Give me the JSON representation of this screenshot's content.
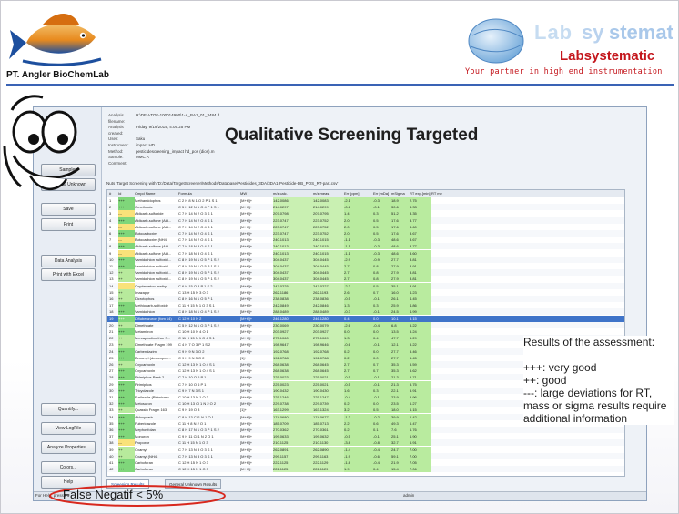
{
  "slide": {
    "company": "PT. Angler BioChemLab",
    "brand": "Labsystematic",
    "tagline": "Your partner in high end instrumentation",
    "title": "Qualitative Screening Targeted",
    "results_heading": "Results of the assessment:",
    "legend": [
      "+++: very good",
      "++: good",
      "---: large deviations for RT, mass or sigma results require additional information"
    ],
    "callout": "False Negatif < 5%",
    "colors": {
      "accent": "#3a63b5",
      "brand_red": "#c4161c",
      "callout_red": "#d8281e"
    }
  },
  "app": {
    "left_buttons": [
      "Samples",
      "General Unknown",
      "Save",
      "Print",
      "Data Analysis",
      "Print with Excel",
      "Quantify...",
      "View LogFile",
      "Analyze Properties...",
      "Colors...",
      "Help"
    ],
    "info": [
      {
        "k": "Analysis filename:",
        "v": "H:\\DEV-TOF-100014990\\1-A_BA1_01_3484.d"
      },
      {
        "k": "Analysis created:",
        "v": "Friday, 9/19/2014, 4:05:25 PM"
      },
      {
        "k": "User:",
        "v": "Saku"
      },
      {
        "k": "Instrument:",
        "v": "impact HD"
      },
      {
        "k": "Method:",
        "v": "pesticidescreening_impact hd_pos (dios).m"
      },
      {
        "k": "Sample:",
        "v": "MMC A"
      },
      {
        "k": "Comment:",
        "v": ""
      }
    ],
    "path": "Nuts 'Target Screening with 'D:/Data/TargetScreener/Methods/Database/Pesticides_3DA/3DA1-Pesticide-DB_POS_RT-part.csv'",
    "columns": [
      "#",
      "Id",
      "Cmpd Name",
      "Formula",
      "MW",
      "m/z calc.",
      "m/z meas.",
      "Err [ppm]",
      "Err [mDa]",
      "mSigma",
      "RT exp.[min]",
      "RT me"
    ],
    "rows": [
      [
        "1",
        "+++",
        "Methamidophos",
        "C 2 H 8 N 1 O 2 P 1 S 1",
        "[M+H]+",
        "142.0086",
        "142.0083",
        "-2.1",
        "-0.3",
        "18.9",
        "2.75"
      ],
      [
        "2",
        "+++",
        "Omethoate",
        "C 5 H 12 N 1 O 4 P 1 S 1",
        "[M+H]+",
        "214.0297",
        "214.0299",
        "-0.6",
        "-0.1",
        "30.6",
        "3.33"
      ],
      [
        "3",
        "---",
        "Aldicarb-sulfoxide",
        "C 7 H 14 N 2 O 3 S 1",
        "[M+H]+",
        "207.0798",
        "207.0795",
        "1.4",
        "0.3",
        "51.2",
        "3.35"
      ],
      [
        "4",
        "+++",
        "Aldicarb-sulfone (Ald...",
        "C 7 H 14 N 2 O 4 S 1",
        "[M+H]+",
        "223.0747",
        "223.0752",
        "2.0",
        "0.5",
        "17.6",
        "3.77"
      ],
      [
        "5",
        "---",
        "Aldicarb-sulfone (Ald...",
        "C 7 H 14 N 2 O 4 S 1",
        "[M+H]+",
        "223.0747",
        "223.0752",
        "2.0",
        "0.5",
        "17.6",
        "3.60"
      ],
      [
        "6",
        "+++",
        "Butocarboxim",
        "C 7 H 14 N 2 O 4 S 1",
        "[M+H]+",
        "223.0747",
        "223.0752",
        "2.0",
        "0.5",
        "17.6",
        "3.67"
      ],
      [
        "7",
        "---",
        "Butocarboxim (NH4)",
        "C 7 H 14 N 2 O 4 S 1",
        "[M+H]+",
        "240.1013",
        "240.1015",
        "-1.1",
        "-0.3",
        "48.6",
        "3.67"
      ],
      [
        "8",
        "+++",
        "Aldicarb-sulfone (Ald...",
        "C 7 H 18 N 3 O 4 S 1",
        "[M+H]+",
        "240.1013",
        "240.1015",
        "-1.1",
        "-0.3",
        "48.6",
        "3.77"
      ],
      [
        "9",
        "---",
        "Aldicarb-sulfone (Ald...",
        "C 7 H 18 N 3 O 4 S 1",
        "[M+H]+",
        "240.1013",
        "240.1015",
        "-1.1",
        "-0.3",
        "48.6",
        "3.60"
      ],
      [
        "10",
        "+++",
        "Vamidothion sulfoxid...",
        "C 8 H 19 N 1 O 5 P 1 S 2",
        "[M+H]+",
        "304.0437",
        "304.0445",
        "-2.9",
        "-0.9",
        "27.7",
        "3.81"
      ],
      [
        "11",
        "+++",
        "Vamidothion sulfoxid...",
        "C 8 H 19 N 1 O 5 P 1 S 2",
        "[M+H]+",
        "304.0437",
        "304.0445",
        "2.7",
        "0.8",
        "27.9",
        "3.91"
      ],
      [
        "12",
        "++",
        "Vamidothion sulfoxid...",
        "C 8 H 19 N 1 O 5 P 1 S 2",
        "[M+H]+",
        "304.0437",
        "304.0445",
        "2.7",
        "0.8",
        "27.9",
        "3.81"
      ],
      [
        "13",
        "++",
        "Vamidothion sulfoxid...",
        "C 8 H 19 N 1 O 5 P 1 S 2",
        "[M+H]+",
        "304.0437",
        "304.0445",
        "2.7",
        "0.8",
        "27.9",
        "3.81"
      ],
      [
        "14",
        "---",
        "Oxydemeton-methyl",
        "C 6 H 15 O 4 P 1 S 2",
        "[M+H]+",
        "247.0225",
        "247.0227",
        "-2.3",
        "0.5",
        "35.1",
        "3.91"
      ],
      [
        "15",
        "++",
        "Imazapyr",
        "C 13 H 15 N 3 O 3",
        "[M+H]+",
        "262.1186",
        "262.1193",
        "2.6",
        "0.7",
        "16.0",
        "4.23"
      ],
      [
        "16",
        "++",
        "Dicrotophos",
        "C 8 H 16 N 1 O 5 P 1",
        "[M+H]+",
        "238.0838",
        "238.0836",
        "-0.5",
        "-0.1",
        "26.1",
        "4.45"
      ],
      [
        "17",
        "+++",
        "Methiocarb-sulfoxide",
        "C 11 H 15 N 1 O 3 S 1",
        "[M+H]+",
        "242.0849",
        "242.0846",
        "1.3",
        "0.3",
        "25.9",
        "4.86"
      ],
      [
        "18",
        "+++",
        "Vamidothion",
        "C 8 H 18 N 1 O 4 P 1 S 2",
        "[M+H]+",
        "288.0489",
        "288.0489",
        "-0.3",
        "-0.1",
        "24.5",
        "4.99"
      ],
      [
        "19",
        "+++",
        "Diflubenzuron (fom 14)",
        "C 12 H 10 N 2",
        "[M+H]+",
        "246.1280",
        "246.1280",
        "0.4",
        "0.0",
        "10.1",
        "5.15"
      ],
      [
        "20",
        "++",
        "Dimethoate",
        "C 5 H 12 N 1 O 3 P 1 S 2",
        "[M+H]+",
        "230.0069",
        "230.0079",
        "-2.6",
        "-0.4",
        "6.8",
        "5.22"
      ],
      [
        "21",
        "+++",
        "Metamitron",
        "C 10 H 10 N 4 O 1",
        "[M+H]+",
        "203.0927",
        "203.0927",
        "0.0",
        "0.0",
        "13.5",
        "5.24"
      ],
      [
        "22",
        "++",
        "Mercaptodimethur S...",
        "C 11 H 15 N 1 O 4 S 1",
        "[M+H]+",
        "275.1060",
        "275.1069",
        "1.3",
        "0.4",
        "47.7",
        "5.29"
      ],
      [
        "23",
        "++",
        "Dimethoate Fragm 199",
        "C 4 H 7 O 3 P 1 S 2",
        "[M+H]+",
        "198.9647",
        "198.9646",
        "-0.6",
        "-0.1",
        "12.1",
        "5.22"
      ],
      [
        "24",
        "+++",
        "Carbendazim",
        "C 9 H 9 N 3 O 2",
        "[M+H]+",
        "192.0768",
        "192.0768",
        "0.2",
        "0.0",
        "27.7",
        "5.46"
      ],
      [
        "25",
        "+++",
        "Benomyl (decompos...",
        "C 9 H 9 N 3 O 2",
        "[1]+",
        "192.0768",
        "192.0768",
        "0.2",
        "0.0",
        "27.7",
        "5.45"
      ],
      [
        "26",
        "++",
        "Oxycarboxin",
        "C 12 H 13 N 1 O 4 S 1",
        "[M+H]+",
        "268.0638",
        "268.0645",
        "2.7",
        "0.7",
        "35.3",
        "5.59"
      ],
      [
        "27",
        "+++",
        "Oxycarboxin",
        "C 12 H 13 N 1 O 4 S 1",
        "[M+H]+",
        "268.0638",
        "268.0645",
        "2.7",
        "0.7",
        "35.3",
        "5.62"
      ],
      [
        "28",
        "+++",
        "Pirimiphos Peak 2",
        "C 7 H 10 O 6 P 1",
        "[M+H]+",
        "225.0023",
        "225.0021",
        "-0.5",
        "-0.1",
        "21.3",
        "5.71"
      ],
      [
        "29",
        "+++",
        "Pirimiphos",
        "C 7 H 10 O 6 P 1",
        "[M+H]+",
        "225.0023",
        "225.0021",
        "-0.5",
        "-0.1",
        "21.3",
        "5.75"
      ],
      [
        "30",
        "+++",
        "Tricyclazole",
        "C 9 H 7 N 3 S 1",
        "[M+H]+",
        "190.0432",
        "190.0430",
        "1.6",
        "0.3",
        "22.1",
        "5.91"
      ],
      [
        "31",
        "+++",
        "Furilazole (Pirimicarb...",
        "C 10 H 13 N 1 O 3",
        "[M+H]+",
        "225.1246",
        "225.1247",
        "-0.4",
        "-0.1",
        "23.9",
        "5.96"
      ],
      [
        "32",
        "+++",
        "Metosuron",
        "C 10 H 13 Cl 1 N 2 O 2",
        "[M+H]+",
        "229.0738",
        "229.0739",
        "0.2",
        "0.0",
        "23.5",
        "6.27"
      ],
      [
        "33",
        "++",
        "Quassin Fragm 163",
        "C 9 H 19 O 3",
        "[1]+",
        "163.1299",
        "163.1324",
        "3.2",
        "0.5",
        "18.0",
        "6.15"
      ],
      [
        "34",
        "+++",
        "Aldoxycarb",
        "C 8 H 13 Cl 1 N 1 O 1",
        "[M+H]+",
        "174.0680",
        "174.0677",
        "-1.3",
        "-0.2",
        "39.9",
        "6.42"
      ],
      [
        "35",
        "+++",
        "Fuberidazole",
        "C 11 H 8 N 2 O 1",
        "[M+H]+",
        "185.0709",
        "185.0713",
        "2.2",
        "0.6",
        "49.3",
        "6.47"
      ],
      [
        "36",
        "+++",
        "Mephosfolan",
        "C 8 H 17 N 1 O 3 P 1 S 2",
        "[M+H]+",
        "270.0362",
        "270.0361",
        "0.2",
        "0.1",
        "7.6",
        "6.76"
      ],
      [
        "37",
        "+++",
        "Monuron",
        "C 9 H 11 Cl 1 N 2 O 1",
        "[M+H]+",
        "199.0633",
        "199.0632",
        "-0.5",
        "-0.1",
        "25.1",
        "6.90"
      ],
      [
        "38",
        "---",
        "Propoxur",
        "C 11 H 15 N 1 O 3",
        "[M+H]+",
        "210.1125",
        "210.1130",
        "-3.8",
        "-0.8",
        "32.7",
        "6.91"
      ],
      [
        "39",
        "++",
        "Oxamyl",
        "C 7 H 13 N 3 O 3 S 1",
        "[M+H]+",
        "262.0891",
        "262.0890",
        "-1.4",
        "-0.4",
        "24.7",
        "7.00"
      ],
      [
        "40",
        "++",
        "Oxamyl (NH4)",
        "C 7 H 13 N 3 O 3 S 1",
        "[M+H]+",
        "299.1157",
        "299.1163",
        "-1.9",
        "-0.6",
        "59.1",
        "7.00"
      ],
      [
        "41",
        "+++",
        "Carbofuran",
        "C 12 H 15 N 1 O 3",
        "[M+H]+",
        "222.1125",
        "222.1129",
        "-1.8",
        "-0.4",
        "21.9",
        "7.05"
      ],
      [
        "42",
        "+++",
        "Carbofuran",
        "C 12 H 15 N 1 O 3",
        "[M+H]+",
        "222.1125",
        "222.1129",
        "1.9",
        "0.4",
        "15.4",
        "7.06"
      ]
    ],
    "tabs": [
      "Screening Results",
      "General Unknown Results"
    ],
    "status_left": "For Help, press F1",
    "status_user": "admin"
  }
}
